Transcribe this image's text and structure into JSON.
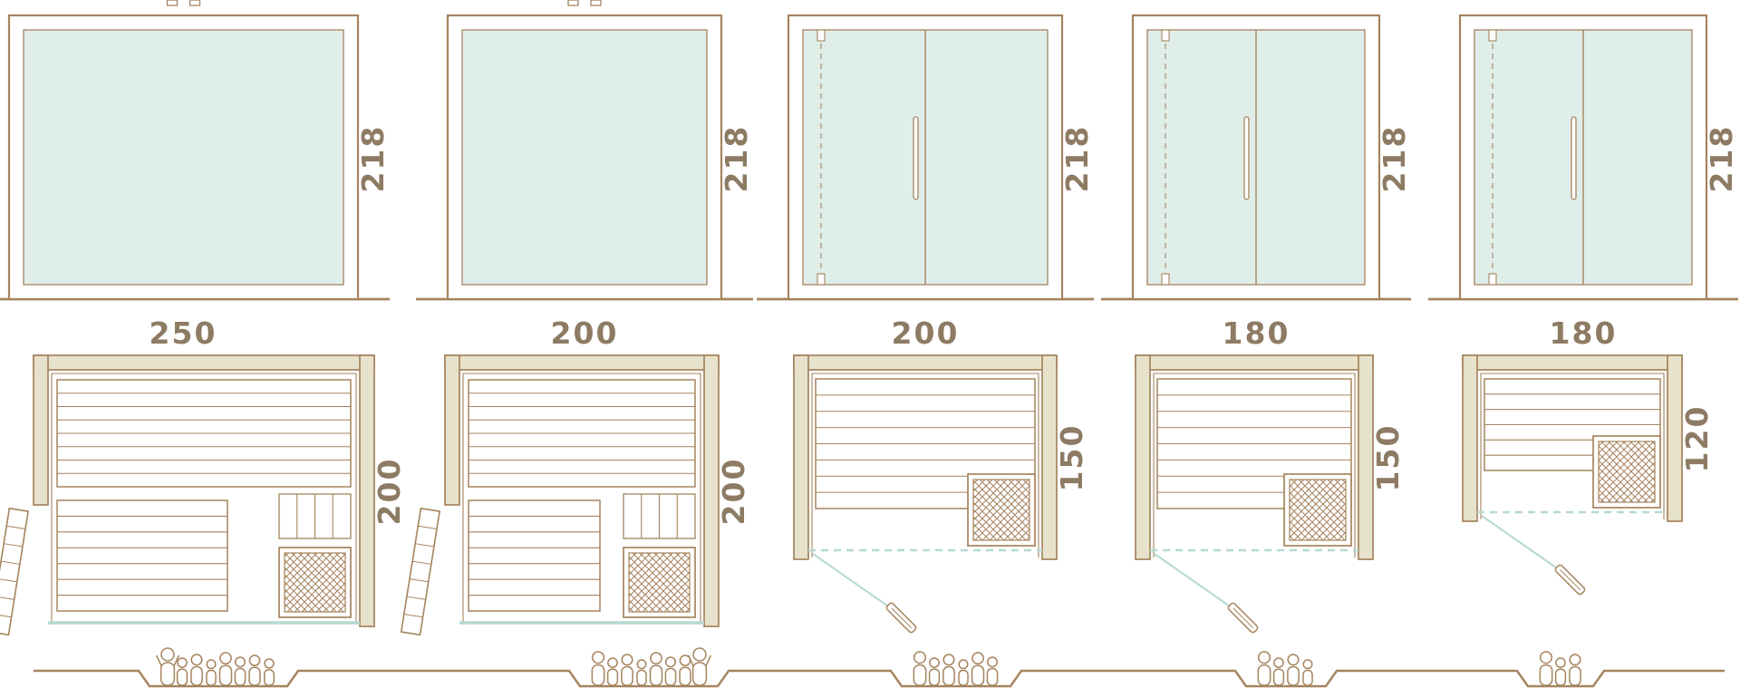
{
  "models": [
    {
      "width_label": "250",
      "height_label": "218",
      "depth_label": "200",
      "capacity": 8
    },
    {
      "width_label": "200",
      "height_label": "218",
      "depth_label": "200",
      "capacity": 8
    },
    {
      "width_label": "200",
      "height_label": "218",
      "depth_label": "150",
      "capacity": 6
    },
    {
      "width_label": "180",
      "height_label": "218",
      "depth_label": "150",
      "capacity": 4
    },
    {
      "width_label": "180",
      "height_label": "218",
      "depth_label": "120",
      "capacity": 3
    }
  ],
  "colors": {
    "outline": "#a5845e",
    "glass": "#e0eeea",
    "wall": "#e6e2cb",
    "teal": "#b5d9d1",
    "label": "#8d7b64"
  }
}
